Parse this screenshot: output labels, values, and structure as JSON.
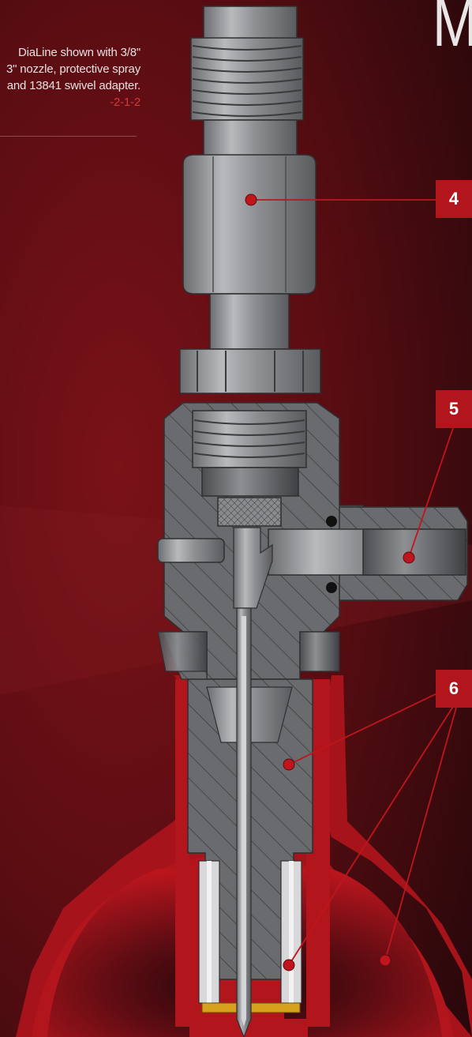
{
  "caption": {
    "lines": [
      "DiaLine shown with 3/8\"",
      "3\" nozzle, protective spray",
      "and 13841 swivel adapter."
    ],
    "code": "-2-1-2"
  },
  "heading_letter": "M",
  "callouts": [
    {
      "number": "4"
    },
    {
      "number": "5"
    },
    {
      "number": "6"
    }
  ],
  "colors": {
    "background": "#3a0c10",
    "accent_red": "#b3151c",
    "steel": "#9a9a9c",
    "brass": "#d6a21e"
  }
}
